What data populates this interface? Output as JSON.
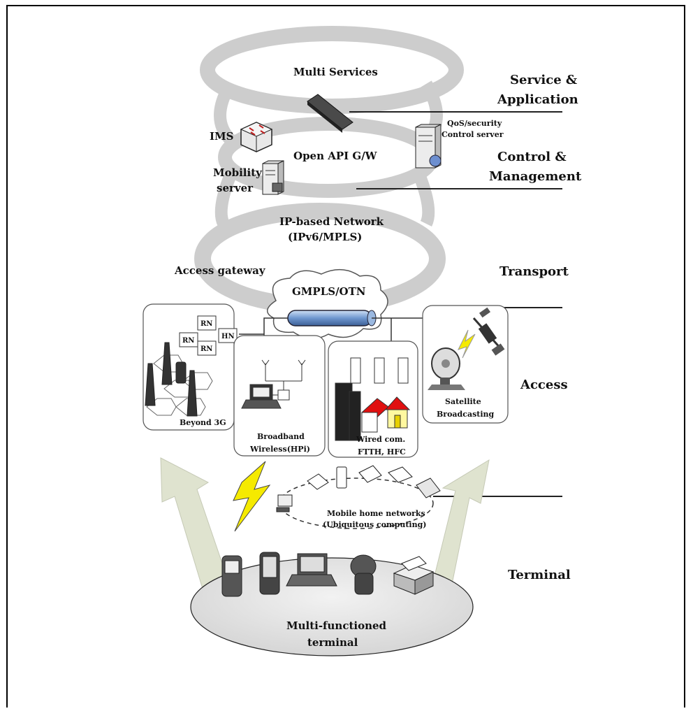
{
  "labels": {
    "multi_services": "Multi Services",
    "open_api": "Open API G/W",
    "ims": "IMS",
    "mobility_1": "Mobility",
    "mobility_2": "server",
    "qos_1": "QoS/security",
    "qos_2": "Control server",
    "ip_net_1": "IP-based Network",
    "ip_net_2": "(IPv6/MPLS)",
    "access_gateway": "Access gateway",
    "gmpls": "GMPLS/OTN",
    "rn": "RN",
    "hn": "HN",
    "beyond_3g": "Beyond 3G",
    "bb_1": "Broadband",
    "bb_2": "Wireless(HPi)",
    "wired_1": "Wired com.",
    "wired_2": "FTTH, HFC",
    "sat_1": "Satellite",
    "sat_2": "Broadcasting",
    "mhn_1": "Mobile home networks",
    "mhn_2": "(Ubiquitous computing)",
    "mft_1": "Multi-functioned",
    "mft_2": "terminal"
  },
  "layers": {
    "service_1": "Service &",
    "service_2": "Application",
    "control_1": "Control &",
    "control_2": "Management",
    "transport": "Transport",
    "access": "Access",
    "terminal": "Terminal"
  },
  "colors": {
    "ring": "#cfcfcf",
    "pipe": "#7fa6d8",
    "arrow": "#dfe3cf",
    "bolt": "#f5ea00",
    "roof": "#e01010",
    "terminal_oval": "#e3e3e3"
  }
}
